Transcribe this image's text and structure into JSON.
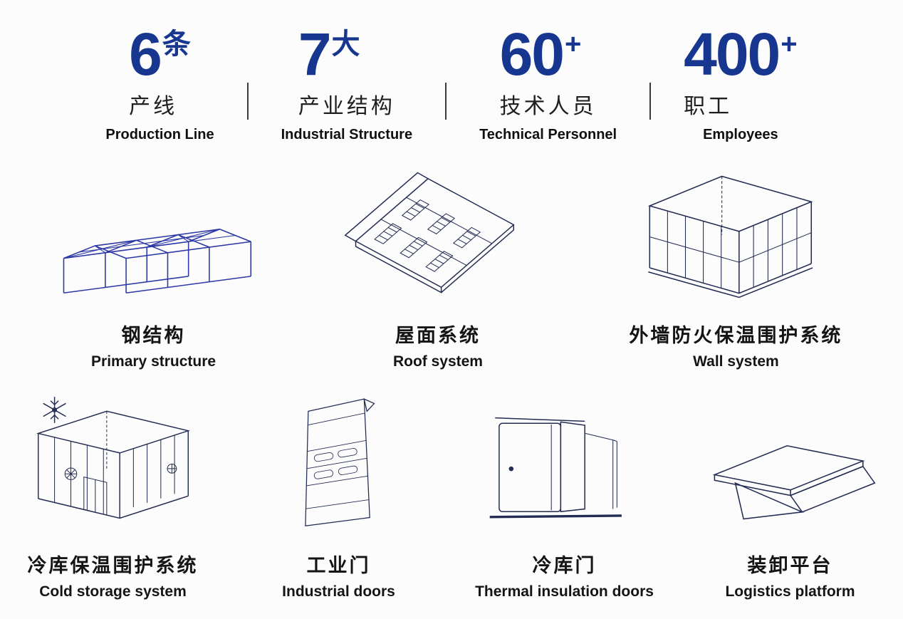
{
  "stats": [
    {
      "number": "6",
      "unit": "条",
      "label_cn": "产线",
      "label_en": "Production Line"
    },
    {
      "number": "7",
      "unit": "大",
      "label_cn": "产业结构",
      "label_en": "Industrial Structure"
    },
    {
      "number": "60",
      "unit": "+",
      "label_cn": "技术人员",
      "label_en": "Technical Personnel"
    },
    {
      "number": "400",
      "unit": "+",
      "label_cn": "职工",
      "label_en": "Employees"
    }
  ],
  "products": [
    {
      "icon": "steel-structure-icon",
      "label_cn": "钢结构",
      "label_en": "Primary structure"
    },
    {
      "icon": "roof-system-icon",
      "label_cn": "屋面系统",
      "label_en": "Roof system"
    },
    {
      "icon": "wall-system-icon",
      "label_cn": "外墙防火保温围护系统",
      "label_en": "Wall system"
    },
    {
      "icon": "cold-storage-icon",
      "label_cn": "冷库保温围护系统",
      "label_en": "Cold storage system"
    },
    {
      "icon": "industrial-door-icon",
      "label_cn": "工业门",
      "label_en": "Industrial doors"
    },
    {
      "icon": "thermal-door-icon",
      "label_cn": "冷库门",
      "label_en": "Thermal insulation doors"
    },
    {
      "icon": "loading-platform-icon",
      "label_cn": "装卸平台",
      "label_en": "Logistics platform"
    }
  ],
  "colors": {
    "accent_blue": "#16368f",
    "steel_line": "#2c37a6",
    "line_dark": "#232c52",
    "text_dark": "#141414",
    "divider": "#3a3a3a",
    "background": "#fcfcfc"
  }
}
